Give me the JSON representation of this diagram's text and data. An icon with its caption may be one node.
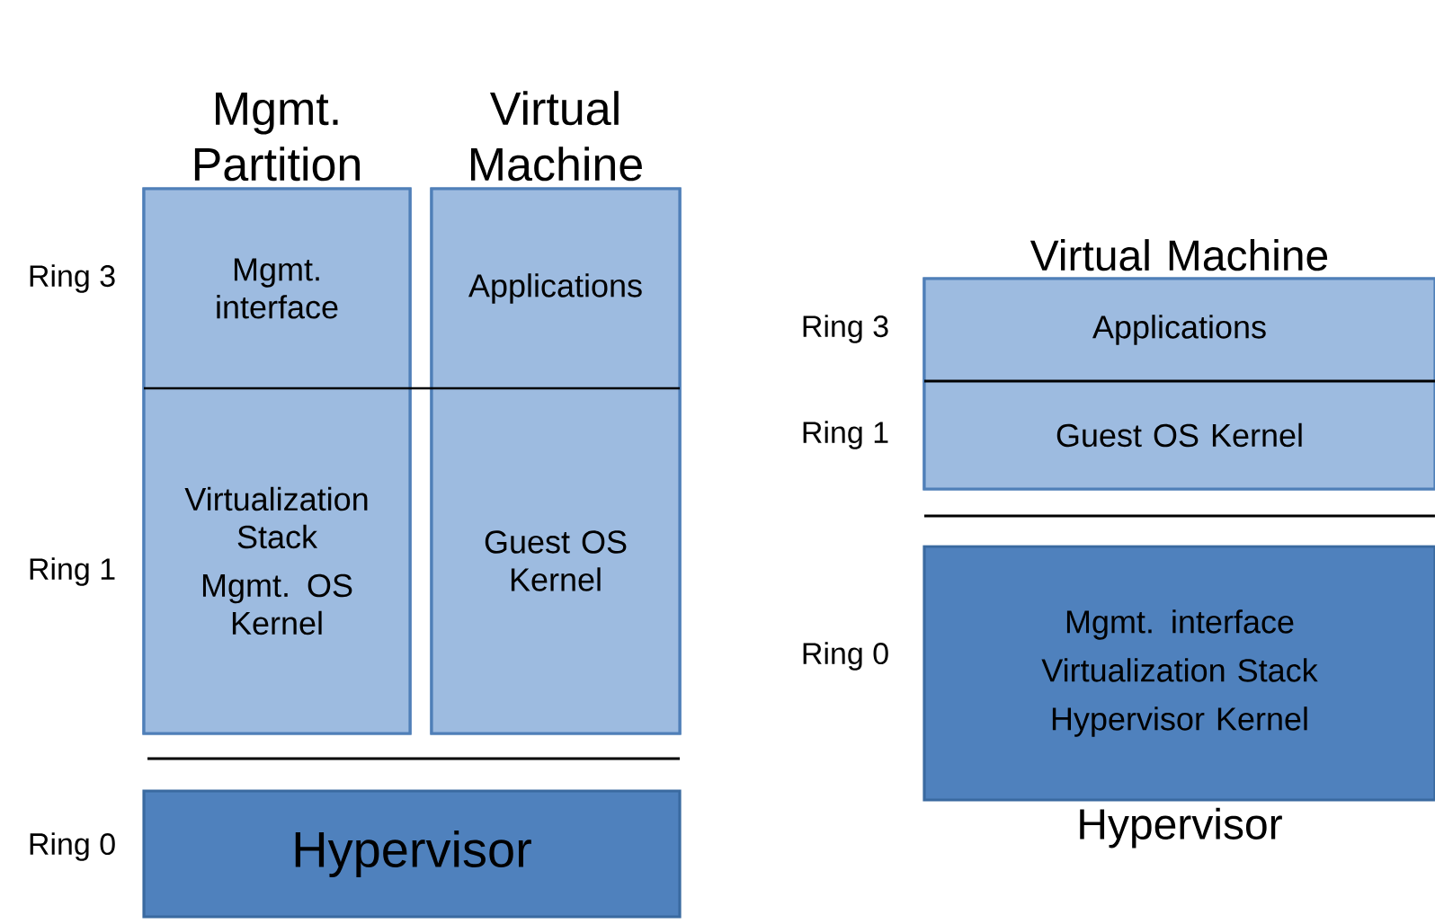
{
  "diagram": {
    "nodes": [
      {
        "text": [
          "Mgmt. Partition"
        ]
      },
      {
        "text": [
          "Mgmt. interface"
        ],
        "in": 0
      },
      {
        "text": [
          "Virtualization Stack",
          "Mgmt. OS Kernel"
        ],
        "in": 0
      },
      {
        "text": [
          "Virtual Machine"
        ]
      },
      {
        "text": [
          "Applications"
        ],
        "in": 3
      },
      {
        "text": [
          "Guest OS Kernel"
        ],
        "in": 3
      },
      {
        "text": [
          "Hypervisor"
        ]
      },
      {
        "text": [
          "Virtual Machine"
        ]
      },
      {
        "text": [
          "Applications"
        ],
        "in": 7
      },
      {
        "text": [
          "Guest OS Kernel"
        ],
        "in": 7
      },
      {
        "text": [
          "Mgmt. interface",
          "Virtualization Stack",
          "Hypervisor Kernel",
          "Hypervisor"
        ]
      }
    ],
    "labels": [
      "Ring 3",
      "Ring 1",
      "Ring 0",
      "Ring 3",
      "Ring 1",
      "Ring 0"
    ]
  }
}
